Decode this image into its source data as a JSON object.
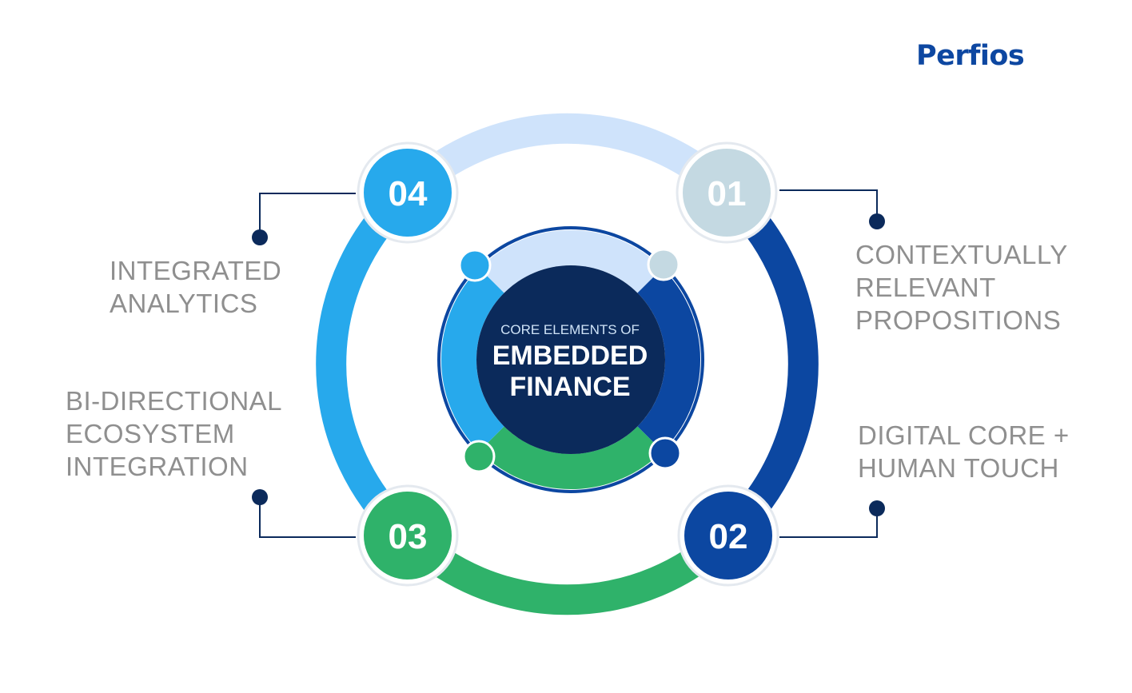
{
  "brand": {
    "logo_text": "Perfios"
  },
  "center": {
    "subtitle": "CORE ELEMENTS OF",
    "title_line1": "EMBEDDED",
    "title_line2": "FINANCE"
  },
  "elements": [
    {
      "number": "01",
      "label": "CONTEXTUALLY\nRELEVANT\nPROPOSITIONS",
      "color": "#c4d9e2"
    },
    {
      "number": "02",
      "label": "DIGITAL CORE +\nHUMAN TOUCH",
      "color": "#0c47a1"
    },
    {
      "number": "03",
      "label": "BI-DIRECTIONAL\nECOSYSTEM\nINTEGRATION",
      "color": "#2fb26a"
    },
    {
      "number": "04",
      "label": "INTEGRATED\nANALYTICS",
      "color": "#27a9ec"
    }
  ],
  "colors": {
    "ring_top": "#cfe3fb",
    "ring_right": "#0c47a1",
    "ring_bottom": "#2fb26a",
    "ring_left": "#27a9ec",
    "center_fill": "#0b2a5b",
    "connector": "#0b2a5b"
  }
}
